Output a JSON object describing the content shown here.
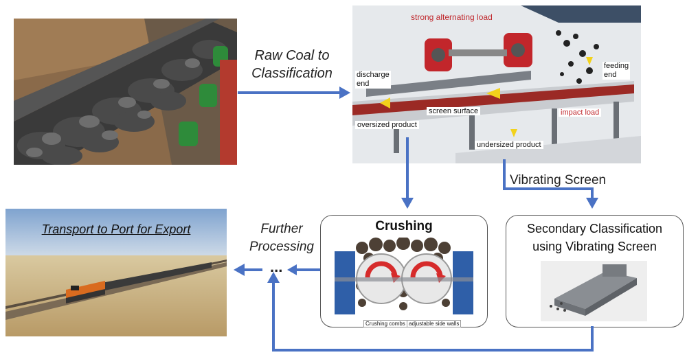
{
  "labels": {
    "raw_coal_line1": "Raw Coal to",
    "raw_coal_line2": "Classification",
    "vibrating_screen": "Vibrating Screen",
    "further_line1": "Further",
    "further_line2": "Processing",
    "ellipsis": "...",
    "transport": "Transport to Port for Export"
  },
  "screen_diagram": {
    "strong_alternating_load": "strong alternating load",
    "discharge_end_1": "discharge",
    "discharge_end_2": "end",
    "feeding_end_1": "feeding",
    "feeding_end_2": "end",
    "screen_surface": "screen surface",
    "oversized_product": "oversized product",
    "impact_load": "impact load",
    "undersized_product": "undersized product"
  },
  "crushing_box": {
    "title": "Crushing",
    "caption_left": "Crushing combs",
    "caption_right": "adjustable side walls"
  },
  "secondary_box": {
    "title_line1": "Secondary Classification",
    "title_line2": "using Vibrating Screen"
  },
  "colors": {
    "arrow": "#4a72c4",
    "sky": "#9fb9d6",
    "red_accent": "#c0282d"
  }
}
